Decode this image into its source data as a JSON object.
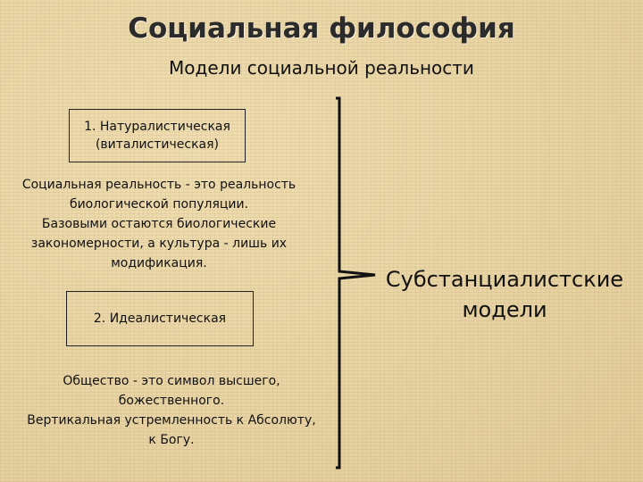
{
  "header": {
    "title": "Социальная философия",
    "subtitle": "Модели социальной реальности"
  },
  "models": [
    {
      "heading_line1": "1. Натуралистическая",
      "heading_line2": "(виталистическая)",
      "description": [
        "Социальная реальность - это реальность",
        "биологической популяции.",
        "Базовыми остаются биологические",
        "закономерности, а культура - лишь их",
        "модификация."
      ]
    },
    {
      "heading_line1": "2. Идеалистическая",
      "description": [
        "Общество - это символ высшего,",
        "божественного.",
        "Вертикальная устремленность к Абсолюту,",
        "к Богу."
      ]
    }
  ],
  "summary": {
    "line1": "Субстанциалистские",
    "line2": "модели"
  }
}
